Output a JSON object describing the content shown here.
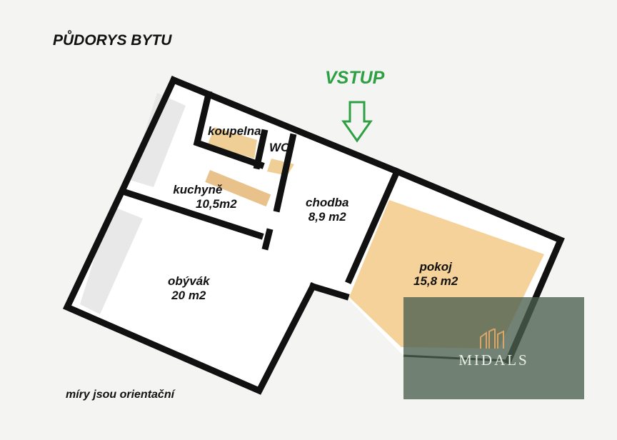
{
  "title": "PŮDORYS BYTU",
  "entrance": {
    "label": "VSTUP",
    "color": "#2ea043"
  },
  "rooms": {
    "bathroom": {
      "name": "koupelna",
      "area": ""
    },
    "wc": {
      "name": "WC",
      "area": ""
    },
    "kitchen": {
      "name": "kuchyně",
      "area": "10,5m2"
    },
    "hallway": {
      "name": "chodba",
      "area": "8,9 m2"
    },
    "room": {
      "name": "pokoj",
      "area": "15,8 m2"
    },
    "living_room": {
      "name": "obývák",
      "area": "20 m2"
    }
  },
  "note": "míry jsou orientační",
  "watermark": {
    "brand": "MIDALS"
  },
  "colors": {
    "wall": "#111111",
    "floor": "#ffffff",
    "room_floor": "#f5d29a",
    "tile": "#f0cf97"
  }
}
